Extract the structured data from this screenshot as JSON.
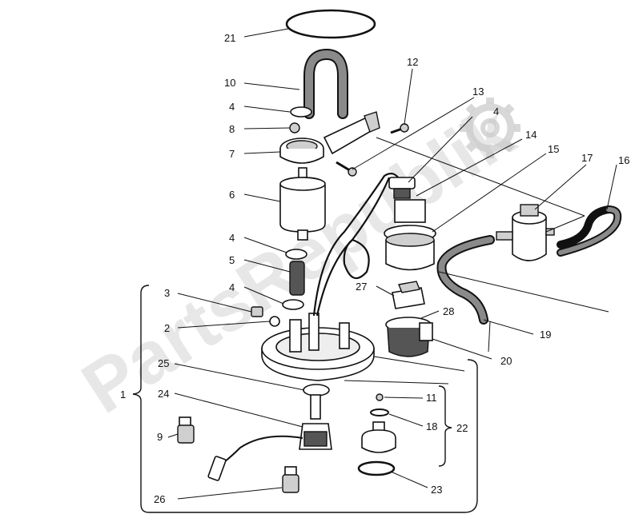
{
  "watermark": {
    "text": "PartsRepublik",
    "icon": "gear-icon"
  },
  "labels": [
    {
      "id": "21",
      "text": "21"
    },
    {
      "id": "10",
      "text": "10"
    },
    {
      "id": "12",
      "text": "12"
    },
    {
      "id": "4a",
      "text": "4"
    },
    {
      "id": "13",
      "text": "13"
    },
    {
      "id": "8",
      "text": "8"
    },
    {
      "id": "4b",
      "text": "4"
    },
    {
      "id": "7",
      "text": "7"
    },
    {
      "id": "14",
      "text": "14"
    },
    {
      "id": "15",
      "text": "15"
    },
    {
      "id": "17",
      "text": "17"
    },
    {
      "id": "16",
      "text": "16"
    },
    {
      "id": "6",
      "text": "6"
    },
    {
      "id": "4c",
      "text": "4"
    },
    {
      "id": "5",
      "text": "5"
    },
    {
      "id": "4d",
      "text": "4"
    },
    {
      "id": "27",
      "text": "27"
    },
    {
      "id": "3",
      "text": "3"
    },
    {
      "id": "28",
      "text": "28"
    },
    {
      "id": "19",
      "text": "19"
    },
    {
      "id": "2",
      "text": "2"
    },
    {
      "id": "20",
      "text": "20"
    },
    {
      "id": "25",
      "text": "25"
    },
    {
      "id": "1",
      "text": "1"
    },
    {
      "id": "24",
      "text": "24"
    },
    {
      "id": "11",
      "text": "11"
    },
    {
      "id": "18",
      "text": "18"
    },
    {
      "id": "22",
      "text": "22"
    },
    {
      "id": "9",
      "text": "9"
    },
    {
      "id": "23",
      "text": "23"
    },
    {
      "id": "26",
      "text": "26"
    }
  ]
}
